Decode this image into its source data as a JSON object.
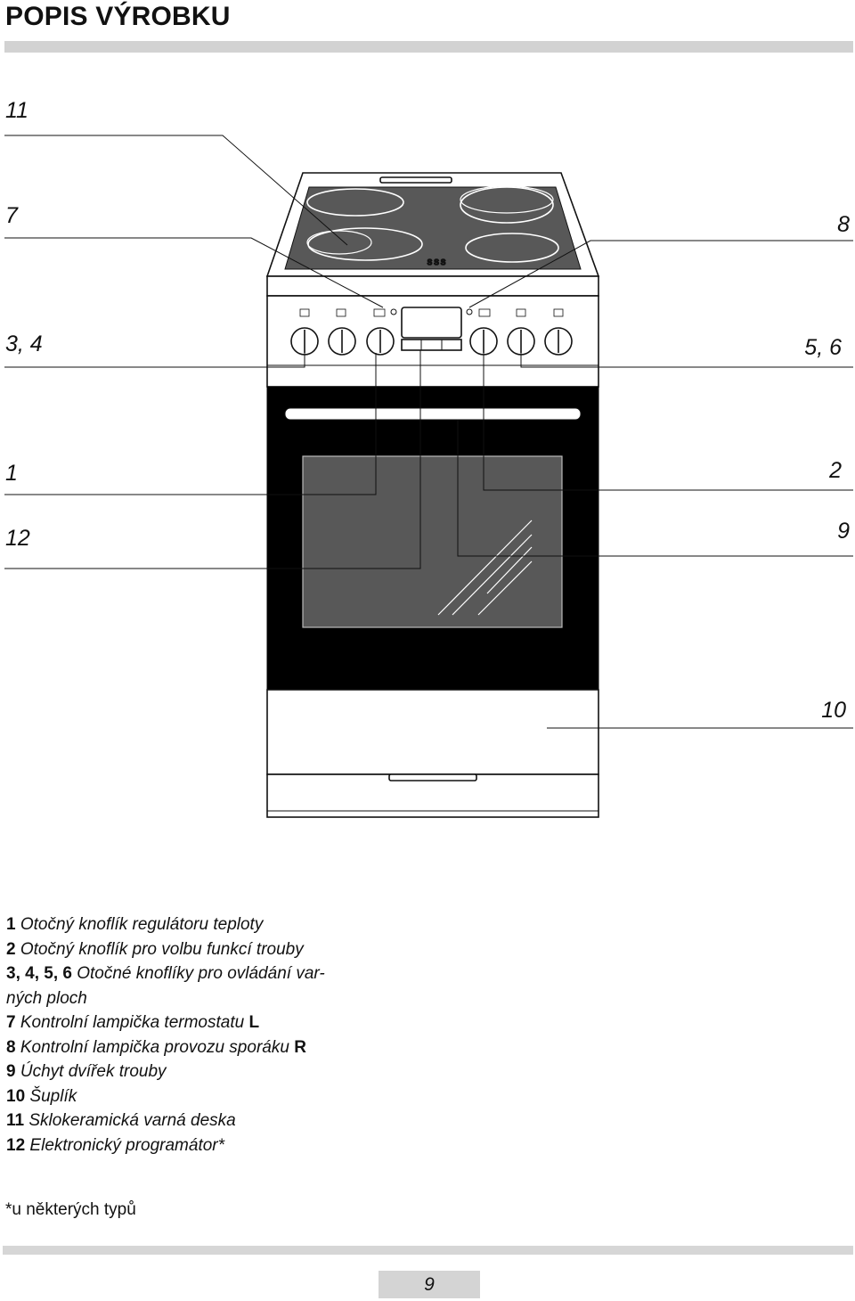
{
  "page": {
    "title": "POPIS VÝROBKU",
    "page_number": "9",
    "footnote": "*u některých typů"
  },
  "callouts": {
    "left": [
      "11",
      "7",
      "3, 4",
      "1",
      "12"
    ],
    "right": [
      "8",
      "5, 6",
      "2",
      "9",
      "10"
    ]
  },
  "legend": [
    {
      "num": "1",
      "text": "Otočný knoflík regulátoru teploty",
      "code": ""
    },
    {
      "num": "2",
      "text": "Otočný knoflík pro volbu funkcí trouby",
      "code": ""
    },
    {
      "num": "3, 4, 5, 6",
      "text": "Otočné knoflíky pro  ovládání var-",
      "code": ""
    },
    {
      "num": "",
      "text": "ných ploch",
      "code": ""
    },
    {
      "num": "7",
      "text": "Kontrolní lampička termostatu",
      "code": "L"
    },
    {
      "num": "8",
      "text": "Kontrolní lampička provozu sporáku",
      "code": "R"
    },
    {
      "num": "9",
      "text": "Úchyt dvířek trouby",
      "code": ""
    },
    {
      "num": "10",
      "text": "Šuplík",
      "code": ""
    },
    {
      "num": "11",
      "text": "Sklokeramická varná deska",
      "code": ""
    },
    {
      "num": "12",
      "text": "Elektronický programátor*",
      "code": ""
    }
  ],
  "colors": {
    "hob": "#585858",
    "oven_door": "#000000",
    "oven_window": "#585858",
    "rule": "#d2d2d2"
  }
}
